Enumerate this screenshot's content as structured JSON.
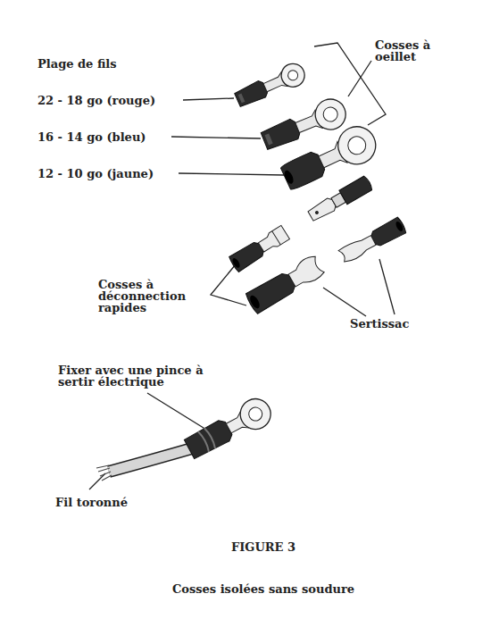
{
  "diagram": {
    "title": "FIGURE 3",
    "caption": "Cosses isolées sans soudure",
    "labels": [
      "Cosses à oeillet",
      "Plage de fils",
      "22 - 18 go (rouge)",
      "16 - 14 go (bleu)",
      "12 - 10 go (jaune)",
      "Cosses à déconnection rapides",
      "Sertissac",
      "Fixer avec une pince à sertir électrique",
      "Fil toronné"
    ]
  }
}
